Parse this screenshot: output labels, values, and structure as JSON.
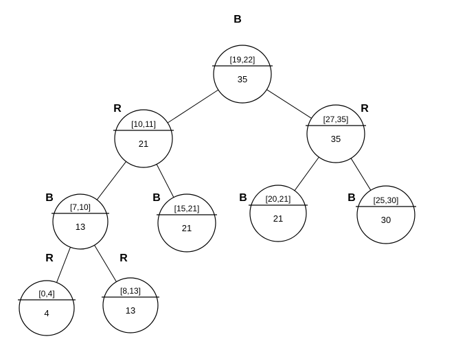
{
  "nodes": [
    {
      "id": "n19",
      "interval": "[19,22]",
      "max": "35",
      "color": "B"
    },
    {
      "id": "n10",
      "interval": "[10,11]",
      "max": "21",
      "color": "R"
    },
    {
      "id": "n27",
      "interval": "[27,35]",
      "max": "35",
      "color": "R"
    },
    {
      "id": "n7",
      "interval": "[7,10]",
      "max": "13",
      "color": "B"
    },
    {
      "id": "n15",
      "interval": "[15,21]",
      "max": "21",
      "color": "B"
    },
    {
      "id": "n20",
      "interval": "[20,21]",
      "max": "21",
      "color": "B"
    },
    {
      "id": "n25",
      "interval": "[25,30]",
      "max": "30",
      "color": "B"
    },
    {
      "id": "n0",
      "interval": "[0,4]",
      "max": "4",
      "color": "R"
    },
    {
      "id": "n8",
      "interval": "[8,13]",
      "max": "13",
      "color": "R"
    }
  ],
  "edges": [
    [
      "n19",
      "n10"
    ],
    [
      "n19",
      "n27"
    ],
    [
      "n10",
      "n7"
    ],
    [
      "n10",
      "n15"
    ],
    [
      "n27",
      "n20"
    ],
    [
      "n27",
      "n25"
    ],
    [
      "n7",
      "n0"
    ],
    [
      "n7",
      "n8"
    ]
  ]
}
